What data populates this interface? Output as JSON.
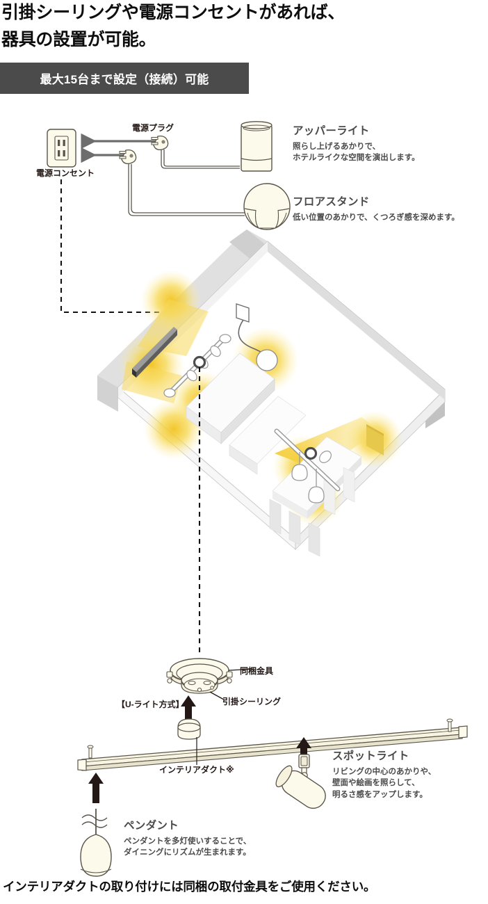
{
  "headline": {
    "line1": "引掛シーリングや電源コンセントがあれば、",
    "line2": "器具の設置が可能。"
  },
  "badge": {
    "label": "最大15台まで設定（接続）可能",
    "bg_color": "#4b4b4b",
    "text_color": "#ffffff"
  },
  "top_diagram": {
    "outlet_label": "電源コンセント",
    "plug_label": "電源プラグ",
    "products": [
      {
        "title": "アッパーライト",
        "desc": "照らし上げるあかりで、\nホテルライクな空間を演出します。"
      },
      {
        "title": "フロアスタンド",
        "desc": "低い位置のあかりで、くつろぎ感を深めます。"
      }
    ]
  },
  "ceiling_detail": {
    "bracket_label": "同梱金具",
    "rosette_label": "引掛シーリング",
    "u_light_label": "【U-ライト方式】",
    "duct_label": "インテリアダクト※"
  },
  "bottom_products": [
    {
      "title": "スポットライト",
      "desc": "リビングの中心のあかりや、\n壁面や絵画を照らして、\n明るさ感をアップします。"
    },
    {
      "title": "ペンダント",
      "desc": "ペンダントを多灯使いすることで、\nダイニングにリズムが生まれます。"
    }
  ],
  "footer": {
    "note": "インテリアダクトの取り付けには同梱の取付金具をご使用ください。"
  },
  "colors": {
    "ink": "#231815",
    "fixture_fill": "#fcfaeb",
    "fixture_stroke": "#5a544a",
    "glow": "#f5cf35",
    "room_light": "#ededed",
    "room_mid": "#d9d9d9",
    "room_dark": "#c9c9c9"
  },
  "icons": {
    "arrow": "arrow-icon",
    "dashed_guide": "dashed-guide-line"
  }
}
